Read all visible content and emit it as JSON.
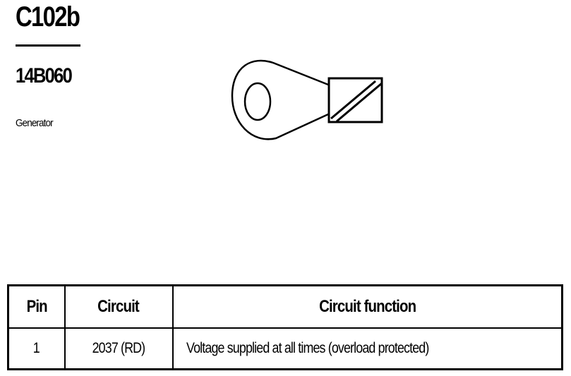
{
  "connector": {
    "id": "C102b",
    "part_number": "14B060",
    "component": "Generator"
  },
  "icons": {
    "terminal": "ring-terminal-icon"
  },
  "pin_table": {
    "headers": {
      "pin": "Pin",
      "circuit": "Circuit",
      "function": "Circuit function"
    },
    "rows": [
      {
        "pin": "1",
        "circuit": "2037 (RD)",
        "function": "Voltage supplied at all times (overload protected)"
      }
    ]
  },
  "colors": {
    "ink": "#000000",
    "background": "#ffffff"
  }
}
